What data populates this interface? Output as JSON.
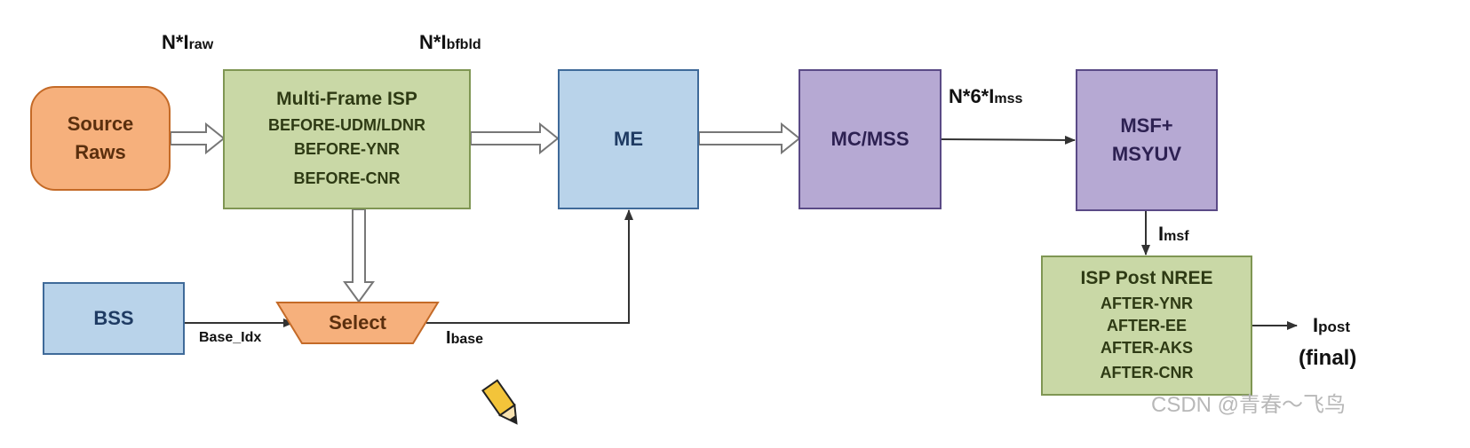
{
  "nodes": {
    "source_raws": {
      "line1": "Source",
      "line2": "Raws"
    },
    "multi_frame_isp": {
      "title": "Multi-Frame ISP",
      "items": [
        "BEFORE-UDM/LDNR",
        "BEFORE-YNR",
        "BEFORE-CNR"
      ]
    },
    "me": {
      "label": "ME"
    },
    "mc_mss": {
      "label": "MC/MSS"
    },
    "msf_msyuv": {
      "line1": "MSF+",
      "line2": "MSYUV"
    },
    "bss": {
      "label": "BSS"
    },
    "select": {
      "label": "Select"
    },
    "isp_post_nree": {
      "title": "ISP Post NREE",
      "items": [
        "AFTER-YNR",
        "AFTER-EE",
        "AFTER-AKS",
        "AFTER-CNR"
      ]
    }
  },
  "labels": {
    "n_iraw": {
      "main": "N*I",
      "sub": "raw"
    },
    "n_ibfbld": {
      "main": "N*I",
      "sub": "bfbld"
    },
    "n6_imss": {
      "main": "N*6*I",
      "sub": "mss"
    },
    "imsf": {
      "main": "I",
      "sub": "msf"
    },
    "ibase": {
      "main": "I",
      "sub": "base"
    },
    "base_idx": "Base_Idx",
    "ipost": {
      "main": "I",
      "sub": "post"
    },
    "final": "(final)"
  },
  "watermark": "CSDN @青春～飞鸟",
  "colors": {
    "green_fill": "#c9d8a6",
    "blue_fill": "#b9d3ea",
    "purple_fill": "#b6a9d3",
    "orange_fill": "#f6b07c"
  },
  "icons": [
    "pencil-icon"
  ]
}
